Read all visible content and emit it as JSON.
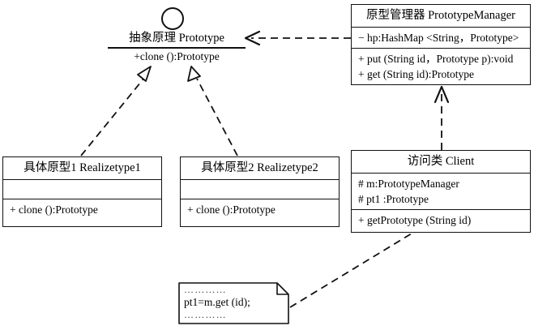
{
  "diagram": {
    "title": "Prototype Pattern UML Class Diagram",
    "background": "#ffffff",
    "stroke": "#111111"
  },
  "interface": {
    "icon": "circle-icon",
    "title": "抽象原理  Prototype",
    "operations": [
      "+clone ():Prototype"
    ]
  },
  "classes": {
    "prototype_manager": {
      "title": "原型管理器  PrototypeManager",
      "attributes": [
        "− hp:HashMap <String，Prototype>"
      ],
      "operations": [
        "+ put (String id，Prototype p):void",
        "+ get (String id):Prototype"
      ]
    },
    "realizetype1": {
      "title": "具体原型1 Realizetype1",
      "attributes": [],
      "operations": [
        "+ clone ():Prototype"
      ]
    },
    "realizetype2": {
      "title": "具体原型2 Realizetype2",
      "attributes": [],
      "operations": [
        "+ clone ():Prototype"
      ]
    },
    "client": {
      "title": "访问类  Client",
      "attributes": [
        "# m:PrototypeManager",
        "# pt1 :Prototype"
      ],
      "operations": [
        "+ getPrototype (String id)"
      ]
    }
  },
  "note": {
    "dots_top": "…………",
    "code": "pt1=m.get (id);",
    "dots_bottom": "…………"
  },
  "relations": [
    {
      "name": "manager-depends-on-prototype",
      "type": "dependency",
      "from": "prototype_manager",
      "to": "prototype_interface",
      "style": "dashed",
      "arrow": "open"
    },
    {
      "name": "realizetype1-realizes-prototype",
      "type": "realization",
      "from": "realizetype1",
      "to": "prototype_interface",
      "style": "dashed",
      "arrow": "hollow-triangle"
    },
    {
      "name": "realizetype2-realizes-prototype",
      "type": "realization",
      "from": "realizetype2",
      "to": "prototype_interface",
      "style": "dashed",
      "arrow": "hollow-triangle"
    },
    {
      "name": "client-depends-on-manager",
      "type": "dependency",
      "from": "client",
      "to": "prototype_manager",
      "style": "dashed",
      "arrow": "open"
    },
    {
      "name": "note-anchor-client",
      "type": "note-link",
      "from": "note",
      "to": "client",
      "style": "dashed",
      "arrow": "none"
    }
  ]
}
